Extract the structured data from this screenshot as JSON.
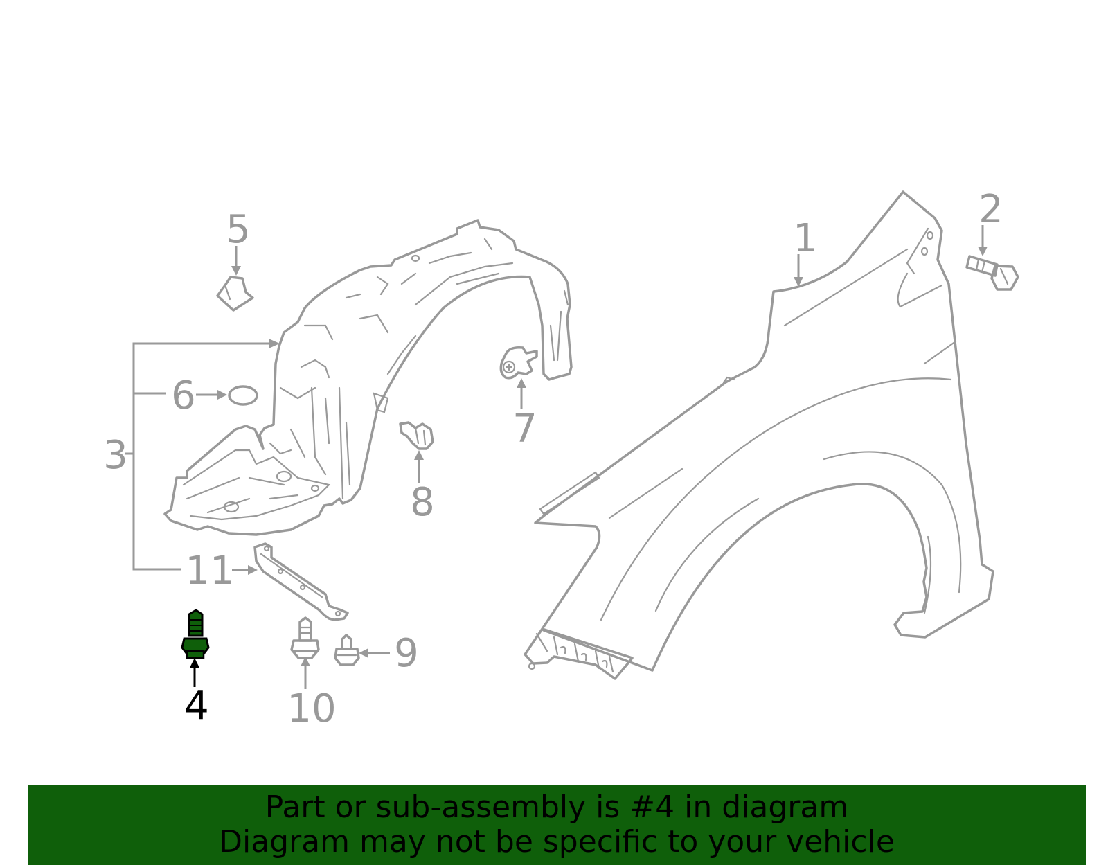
{
  "callouts": {
    "c1": "1",
    "c2": "2",
    "c3": "3",
    "c4": "4",
    "c5": "5",
    "c6": "6",
    "c7": "7",
    "c8": "8",
    "c9": "9",
    "c10": "10",
    "c11": "11"
  },
  "highlight": {
    "part_number": "4",
    "color": "#0f5f0a"
  },
  "colors": {
    "line": "#999999",
    "banner": "#0f5f0a",
    "active": "#000000"
  },
  "banner": {
    "line1": "Part or sub-assembly is #4 in diagram",
    "line2": "Diagram may not be specific to your vehicle"
  }
}
